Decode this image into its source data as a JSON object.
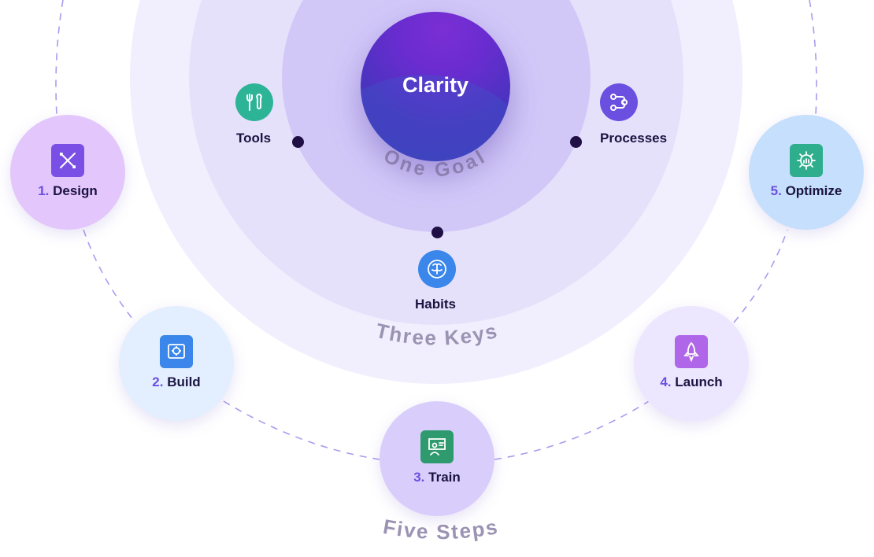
{
  "center": {
    "label": "Clarity",
    "caption": "One Goal"
  },
  "keys": {
    "caption": "Three Keys",
    "items": [
      {
        "label": "Tools",
        "icon": "tools-icon"
      },
      {
        "label": "Processes",
        "icon": "process-flow-icon"
      },
      {
        "label": "Habits",
        "icon": "brain-icon"
      }
    ]
  },
  "steps": {
    "caption": "Five Steps",
    "items": [
      {
        "number": "1.",
        "label": "Design",
        "icon": "ruler-pencil-icon",
        "bg": "#e3c6fb"
      },
      {
        "number": "2.",
        "label": "Build",
        "icon": "blueprint-icon",
        "bg": "#e3efff"
      },
      {
        "number": "3.",
        "label": "Train",
        "icon": "presentation-icon",
        "bg": "#d9cefb"
      },
      {
        "number": "4.",
        "label": "Launch",
        "icon": "rocket-icon",
        "bg": "#ece6fe"
      },
      {
        "number": "5.",
        "label": "Optimize",
        "icon": "gear-chart-icon",
        "bg": "#c5dffc"
      }
    ]
  },
  "colors": {
    "accent": "#6b4fe0",
    "text": "#1b1340",
    "caption": "#9b93b3",
    "dashed_line": "#a99cef"
  }
}
